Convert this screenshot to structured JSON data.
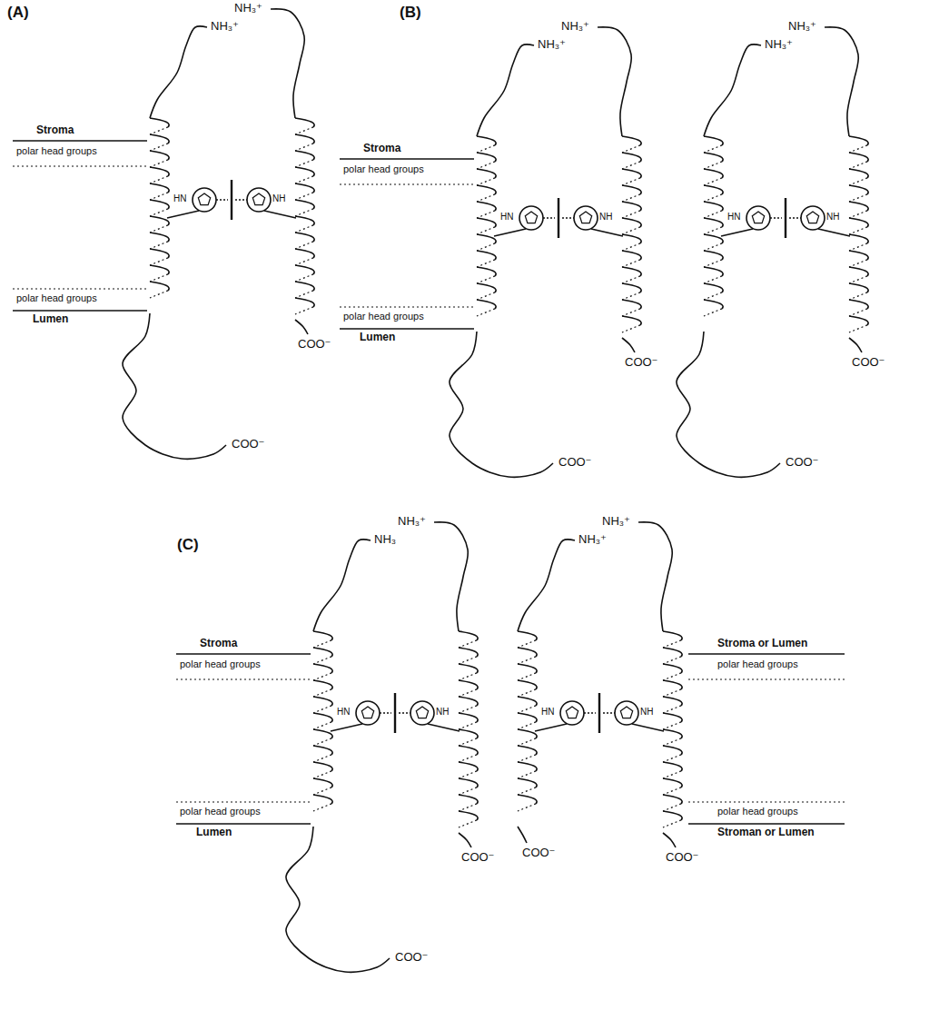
{
  "diagram": {
    "labels": [
      "(A)",
      "NH₃⁺",
      "NH₃⁺",
      "Stroma",
      "polar head groups",
      "HN",
      "NH",
      "polar head groups",
      "Lumen",
      "COO⁻",
      "COO⁻",
      "(B)",
      "NH₃⁺",
      "NH₃⁺",
      "NH₃⁺",
      "NH₃⁺",
      "Stroma",
      "polar head groups",
      "HN",
      "NH",
      "HN",
      "NH",
      "polar head groups",
      "Lumen",
      "COO⁻",
      "COO⁻",
      "COO⁻",
      "COO⁻",
      "(C)",
      "NH₃⁺",
      "NH₃",
      "NH₃⁺",
      "NH₃⁺",
      "Stroma",
      "Stroma or Lumen",
      "polar head groups",
      "polar head groups",
      "HN",
      "NH",
      "HN",
      "NH",
      "polar head groups",
      "polar head groups",
      "Lumen",
      "Stroman or Lumen",
      "COO⁻",
      "COO⁻",
      "COO⁻",
      "COO⁻"
    ]
  }
}
